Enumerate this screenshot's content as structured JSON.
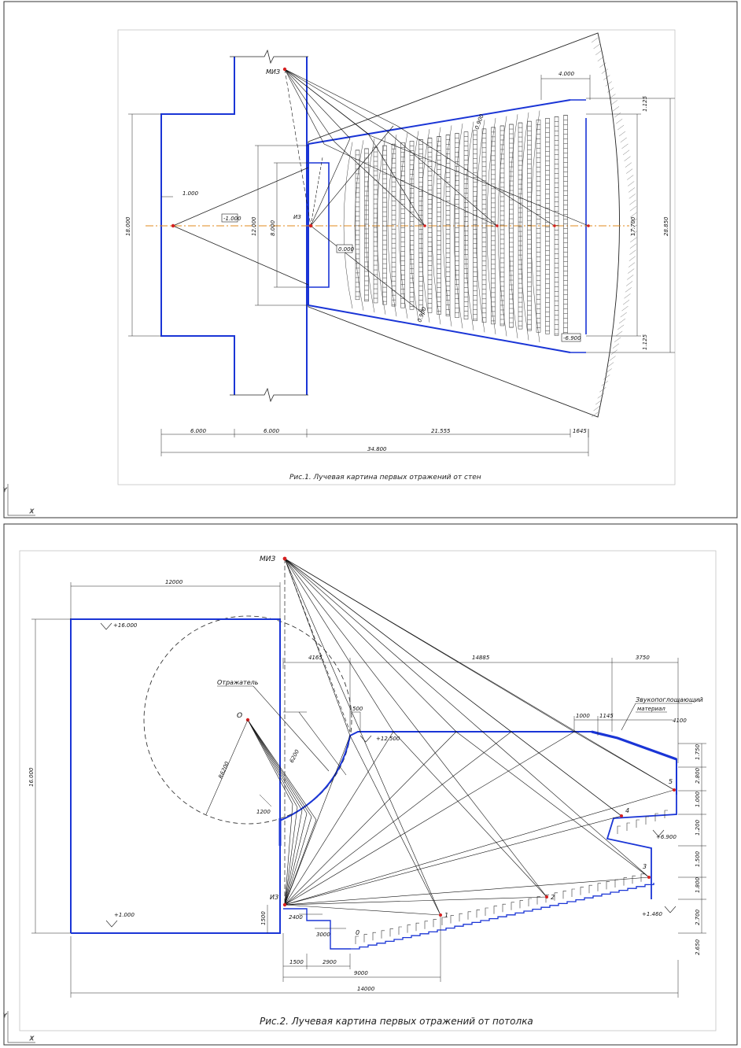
{
  "fig1": {
    "caption": "Рис.1. Лучевая картина первых отражений от стен",
    "source_label": "МИЗ",
    "source2_label": "ИЗ",
    "mark_stage": "-1.000",
    "mark_floor": "0.000",
    "mark_back": "-6.900",
    "dims_bottom": [
      "6.000",
      "6.000",
      "21.555",
      "1645"
    ],
    "dim_total": "34.800",
    "dim_top": "4.000",
    "dims_vertical": [
      "18.000",
      "12.000",
      "8.000",
      "17.700",
      "28.850",
      "1.125",
      "1.125"
    ],
    "dim_small": "1.000",
    "dim_row": "0.900",
    "dim_row2": "0.900"
  },
  "fig2": {
    "caption": "Рис.2. Лучевая картина первых отражений от потолка",
    "source_label": "МИЗ",
    "source2_label": "ИЗ",
    "center_label": "О",
    "reflector_label": "Отражатель",
    "absorber_label_1": "Звукопоглощающий",
    "absorber_label_2": "материал",
    "radius_label": "R6200",
    "mark_top": "+16.000",
    "mark_ceiling": "+12.500",
    "mark_bottom": "+1.000",
    "mark_balcony": "+6.900",
    "mark_right": "+1.460",
    "dim_12000": "12000",
    "dim_4165": "4165",
    "dim_14885": "14885",
    "dim_3750": "3750",
    "dim_1000": "1000",
    "dim_1145": "1145",
    "dim_4100": "4100",
    "dim_1200": "1200",
    "dim_6200": "6200",
    "dim_500": "500",
    "dim_height": "16.000",
    "dim_2400": "2400",
    "dim_3000": "3000",
    "dim_1500": "1500",
    "dim_1500b": "1500",
    "dim_2900": "2900",
    "dim_9000": "9000",
    "dim_14000": "14000",
    "dims_right": [
      "1.750",
      "2.800",
      "1.000",
      "1.200",
      "1.500",
      "1.800",
      "2.700",
      "2.650"
    ],
    "points": [
      "1",
      "2",
      "3",
      "4",
      "5",
      "0"
    ]
  },
  "colors": {
    "wall": "#1a35d6",
    "line": "#111111",
    "axis": "#e08a1e",
    "point": "#d62020"
  }
}
